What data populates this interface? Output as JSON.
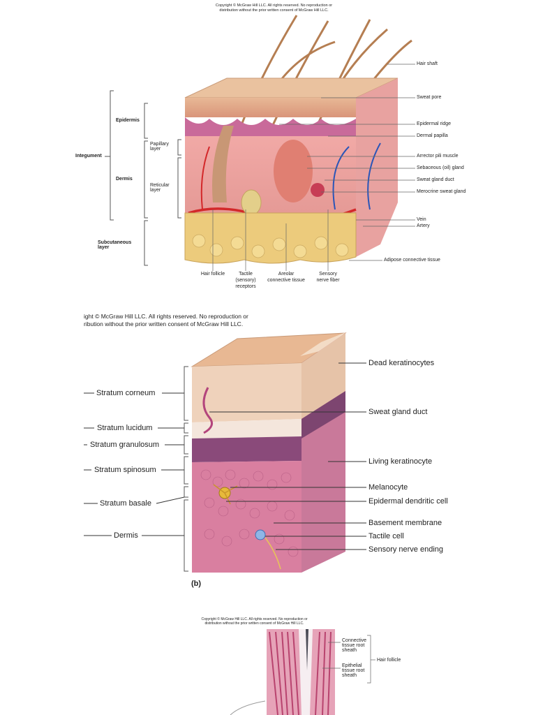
{
  "panel_a": {
    "copyright_line1": "Copyright © McGraw Hill LLC. All rights reserved. No reproduction or",
    "copyright_line2": "distribution without the prior written consent of McGraw Hill LLC.",
    "left_labels": {
      "integument": "Integument",
      "epidermis": "Epidermis",
      "dermis": "Dermis",
      "papillary_1": "Papillary",
      "papillary_2": "layer",
      "reticular_1": "Reticular",
      "reticular_2": "layer",
      "subcutaneous_1": "Subcutaneous",
      "subcutaneous_2": "layer"
    },
    "right_labels": [
      "Hair shaft",
      "Sweat pore",
      "Epidermal ridge",
      "Dermal papilla",
      "Arrector pili muscle",
      "Sebaceous (oil) gland",
      "Sweat gland duct",
      "Merocrine sweat gland",
      "Vein",
      "Artery",
      "Adipose connective tissue"
    ],
    "bottom_labels": [
      [
        "Hair follicle"
      ],
      [
        "Tactile",
        "(sensory)",
        "receptors"
      ],
      [
        "Areolar",
        "connective tissue"
      ],
      [
        "Sensory",
        "nerve fiber"
      ]
    ]
  },
  "panel_b": {
    "copyright_line1": "ight © McGraw Hill LLC. All rights reserved. No reproduction or",
    "copyright_line2": "ribution without the prior written consent of McGraw Hill LLC.",
    "left_labels": [
      "Stratum corneum",
      "Stratum lucidum",
      "Stratum granulosum",
      "Stratum spinosum",
      "Stratum basale",
      "Dermis"
    ],
    "right_labels": [
      "Dead keratinocytes",
      "Sweat gland duct",
      "Living keratinocyte",
      "Melanocyte",
      "Epidermal dendritic cell",
      "Basement membrane",
      "Tactile cell",
      "Sensory nerve ending"
    ],
    "caption": "(b)"
  },
  "panel_c": {
    "copyright_line1": "Copyright © McGraw Hill LLC. All rights reserved. No reproduction or",
    "copyright_line2": "distribution without the prior written consent of McGraw Hill LLC.",
    "right_labels": [
      [
        "Connective",
        "tissue root",
        "sheath"
      ],
      [
        "Epithelial",
        "tissue root",
        "sheath"
      ]
    ],
    "group_label": "Hair follicle"
  }
}
